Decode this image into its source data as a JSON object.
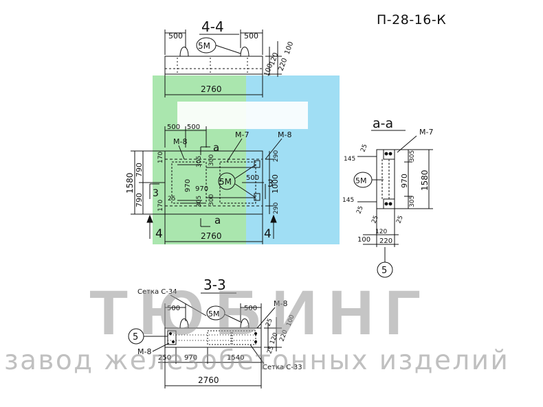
{
  "drawing_code": "П-28-16-К",
  "watermark": {
    "brand": "ТЮБИНГ",
    "subtitle": "завод железобетонных изделий",
    "colors": {
      "green": "#9be2a0",
      "blue": "#8fd8f2",
      "text_gray": "#969696"
    }
  },
  "section_44": {
    "label": "4-4",
    "dim_left": "500",
    "dim_right": "500",
    "tag": "5М",
    "dim_length": "2760",
    "dim_side": [
      "100",
      "120",
      "220",
      "100"
    ]
  },
  "plan": {
    "dim_top": [
      "500",
      "500"
    ],
    "marks": {
      "m8_left": "М-8",
      "m7": "М-7",
      "m8_right": "М-8"
    },
    "section_a_top": "а",
    "section_a_bottom": "а",
    "dim_left": [
      "1580",
      "790",
      "790"
    ],
    "dim_left_small": [
      "170",
      "170"
    ],
    "dim_inner": [
      "970",
      "970",
      "305",
      "305",
      "300",
      "300",
      "25",
      "500"
    ],
    "tag": "5М",
    "dim_right": [
      "290",
      "1000",
      "290"
    ],
    "cut_3_left": "3",
    "cut_3_right": "3",
    "cut_4_left": "4",
    "cut_4_right": "4",
    "dim_length": "2760"
  },
  "section_aa": {
    "label": "а-а",
    "mark": "М-7",
    "dim_left": [
      "25",
      "145",
      "145",
      "25"
    ],
    "tag": "5М",
    "dim_right": [
      "305",
      "970",
      "305",
      "1580"
    ],
    "dim_bottom": [
      "25",
      "25",
      "120",
      "100",
      "220"
    ],
    "circle": "5"
  },
  "section_33": {
    "label": "3-3",
    "mesh_top": "Сетка С-34",
    "dim_left": "500",
    "dim_right": "500",
    "tag": "5М",
    "mark_right": "М-8",
    "circle": "5",
    "mark_left": "М-8",
    "dim_bottom": [
      "250",
      "970",
      "1540"
    ],
    "mesh_bottom": "Сетка С-33",
    "dim_side": [
      "25",
      "120",
      "220",
      "100",
      "25"
    ],
    "dim_length": "2760"
  }
}
